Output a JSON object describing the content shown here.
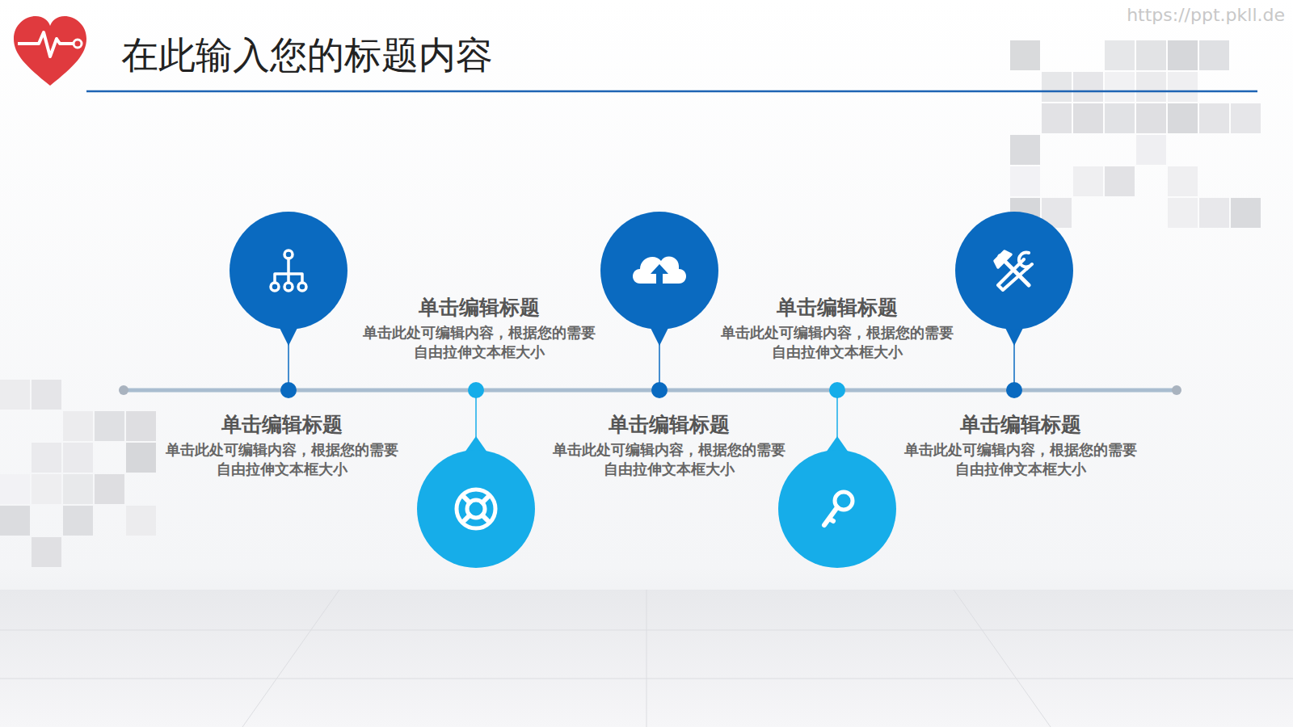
{
  "diagram": {
    "title": "在此输入您的标题内容",
    "nodes": [
      {
        "text": [
          "单击编辑标题",
          "单击此处可编辑内容，根据您的需要自由拉伸文本框大小"
        ]
      },
      {
        "text": [
          "单击编辑标题",
          "单击此处可编辑内容，根据您的需要自由拉伸文本框大小"
        ]
      },
      {
        "text": [
          "单击编辑标题",
          "单击此处可编辑内容，根据您的需要自由拉伸文本框大小"
        ]
      },
      {
        "text": [
          "单击编辑标题",
          "单击此处可编辑内容，根据您的需要自由拉伸文本框大小"
        ]
      },
      {
        "text": [
          "单击编辑标题",
          "单击此处可编辑内容，根据您的需要自由拉伸文本框大小"
        ]
      }
    ],
    "labels": [
      "https://ppt.pkll.de"
    ]
  }
}
